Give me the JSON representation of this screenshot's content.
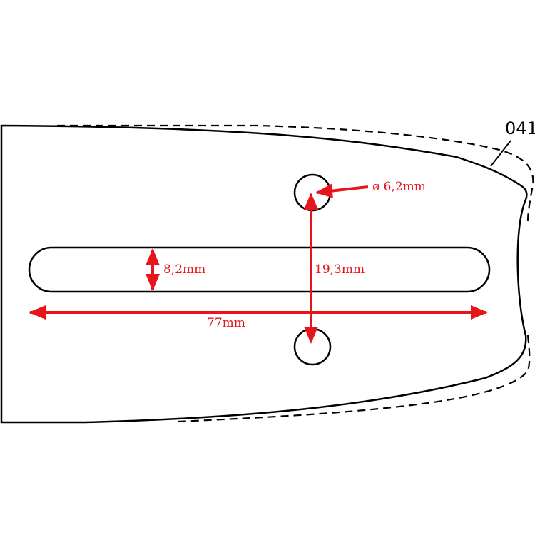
{
  "colors": {
    "outline": "#000000",
    "dimension": "#e8141b",
    "background": "#ffffff"
  },
  "labels": {
    "bar_code": "041",
    "hole_diameter": "ø 6,2mm",
    "slot_width": "8,2mm",
    "hole_spacing": "19,3mm",
    "slot_length": "77mm"
  }
}
